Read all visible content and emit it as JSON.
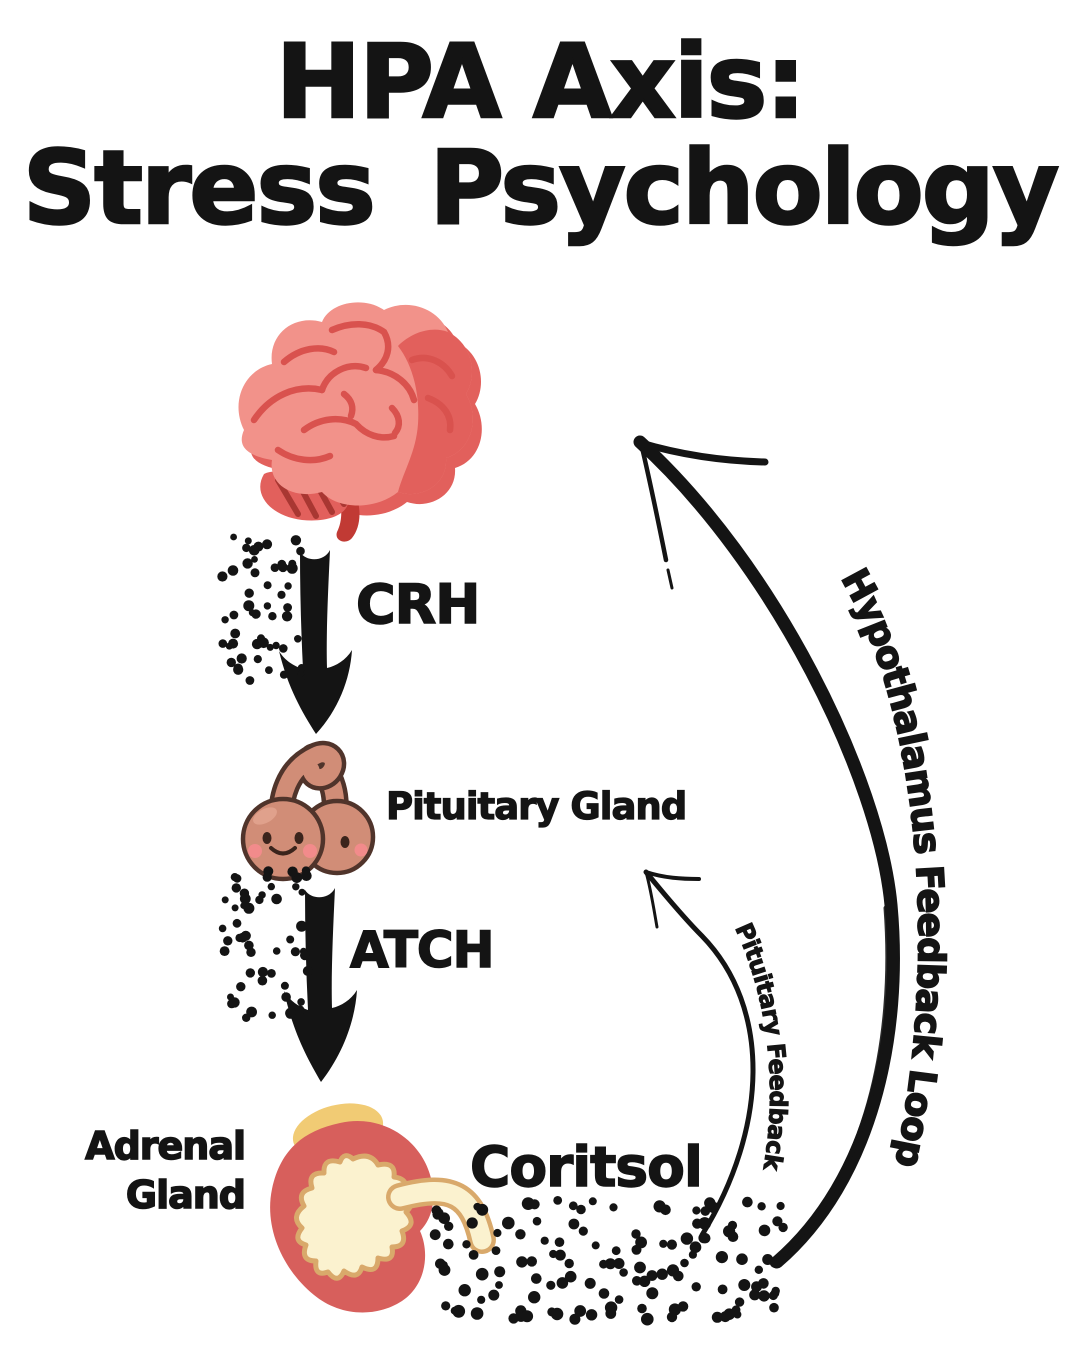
{
  "title": {
    "line1": "HPA Axis:",
    "line2": "Stress Psychology"
  },
  "labels": {
    "crh": "CRH",
    "atch": "ATCH",
    "pituitary": "Pituitary Gland",
    "adrenal_line1": "Adrenal",
    "adrenal_line2": "Gland",
    "cortisol": "Coritsol",
    "pituitary_feedback": "Pituitary Feedback",
    "hypothalamus_feedback": "Hypothalamus Feedback Loop"
  },
  "colors": {
    "background": "#FFFFFF",
    "ink": "#141414",
    "brain_main": "#F2928A",
    "brain_dark": "#E2605C",
    "brain_line": "#D9524E",
    "brain_stem": "#C13A34",
    "brain_hatch": "#A93732",
    "pituitary_body": "#D18D77",
    "pituitary_outline": "#50342B",
    "pituitary_face": "#3B241C",
    "pituitary_blush": "#F28B8B",
    "kidney_red": "#D75F5C",
    "kidney_cream": "#FBF2CF",
    "kidney_tan": "#D9A96B",
    "kidney_yellow": "#F1CB74"
  }
}
